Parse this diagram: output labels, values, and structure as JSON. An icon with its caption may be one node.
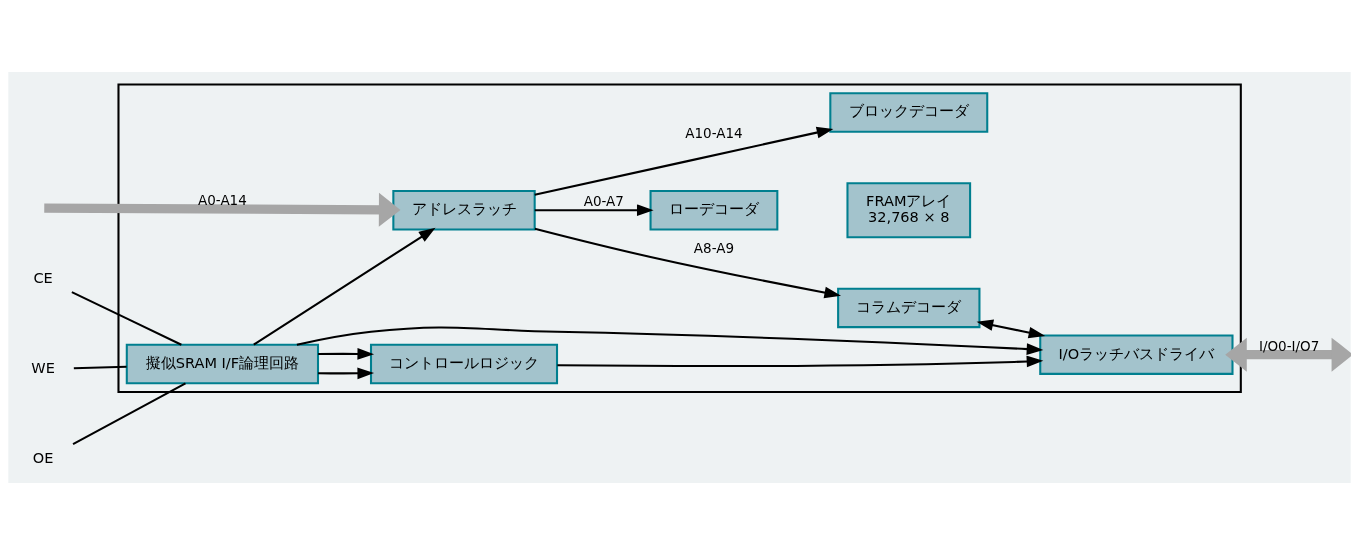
{
  "diagram": {
    "nodes": [
      {
        "text": [],
        "shape": "box"
      },
      {
        "text": [
          "アドレスラッチ"
        ],
        "in": 0
      },
      {
        "text": [
          "ブロックデコーダ"
        ],
        "in": 0
      },
      {
        "text": [
          "ローデコーダ"
        ],
        "in": 0
      },
      {
        "text": [
          "FRAMアレイ",
          "32,768 × 8"
        ],
        "in": 0
      },
      {
        "text": [
          "コラムデコーダ"
        ],
        "in": 0
      },
      {
        "text": [
          "擬似SRAM I/F論理回路"
        ],
        "in": 0
      },
      {
        "text": [
          "コントロールロジック"
        ],
        "in": 0
      },
      {
        "text": [
          "I/Oラッチバスドライバ"
        ],
        "in": 0
      },
      {
        "text": [
          "CE"
        ]
      },
      {
        "text": [
          "WE"
        ]
      },
      {
        "text": [
          "OE"
        ]
      }
    ],
    "edges": [
      {
        "from": null,
        "to": 1,
        "arrow": "to",
        "label": "A0-A14",
        "style": "thick",
        "color": "#a6a6a6"
      },
      {
        "from": 1,
        "to": 2,
        "arrow": "to",
        "label": "A10-A14"
      },
      {
        "from": 1,
        "to": 3,
        "arrow": "to",
        "label": "A0-A7"
      },
      {
        "from": 1,
        "to": 5,
        "arrow": "to",
        "label": "A8-A9"
      },
      {
        "from": 9,
        "to": 6,
        "arrow": "none"
      },
      {
        "from": 10,
        "to": 6,
        "arrow": "none"
      },
      {
        "from": 11,
        "to": 6,
        "arrow": "none"
      },
      {
        "from": 6,
        "to": 1,
        "arrow": "to"
      },
      {
        "from": 6,
        "to": 7,
        "arrow": "to"
      },
      {
        "from": 6,
        "to": 7,
        "arrow": "to"
      },
      {
        "from": 6,
        "to": 8,
        "arrow": "to"
      },
      {
        "from": 7,
        "to": 8,
        "arrow": "to"
      },
      {
        "from": 5,
        "to": 8,
        "arrow": "both"
      },
      {
        "from": 8,
        "to": null,
        "arrow": "both",
        "label": "I/O0-I/O7",
        "style": "thick",
        "color": "#a6a6a6"
      }
    ]
  }
}
